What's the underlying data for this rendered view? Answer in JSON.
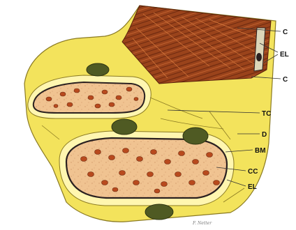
{
  "labels": {
    "c_top": "C",
    "el_top": "EL",
    "c_mid": "C",
    "tc": "TC",
    "d": "D",
    "bm": "BM",
    "cc": "CC",
    "el_bottom": "EL"
  },
  "colors": {
    "ground": "#f3e35c",
    "ground_edge": "#8a7a22",
    "collagen": "#a0491e",
    "collagen_dark": "#6e2a10",
    "fibre_fill": "#f1c89a",
    "fibre_core": "#e8b27c",
    "elastic": "#2a2020",
    "nucleus": "#4f5a23"
  },
  "signature": "F. Netter"
}
